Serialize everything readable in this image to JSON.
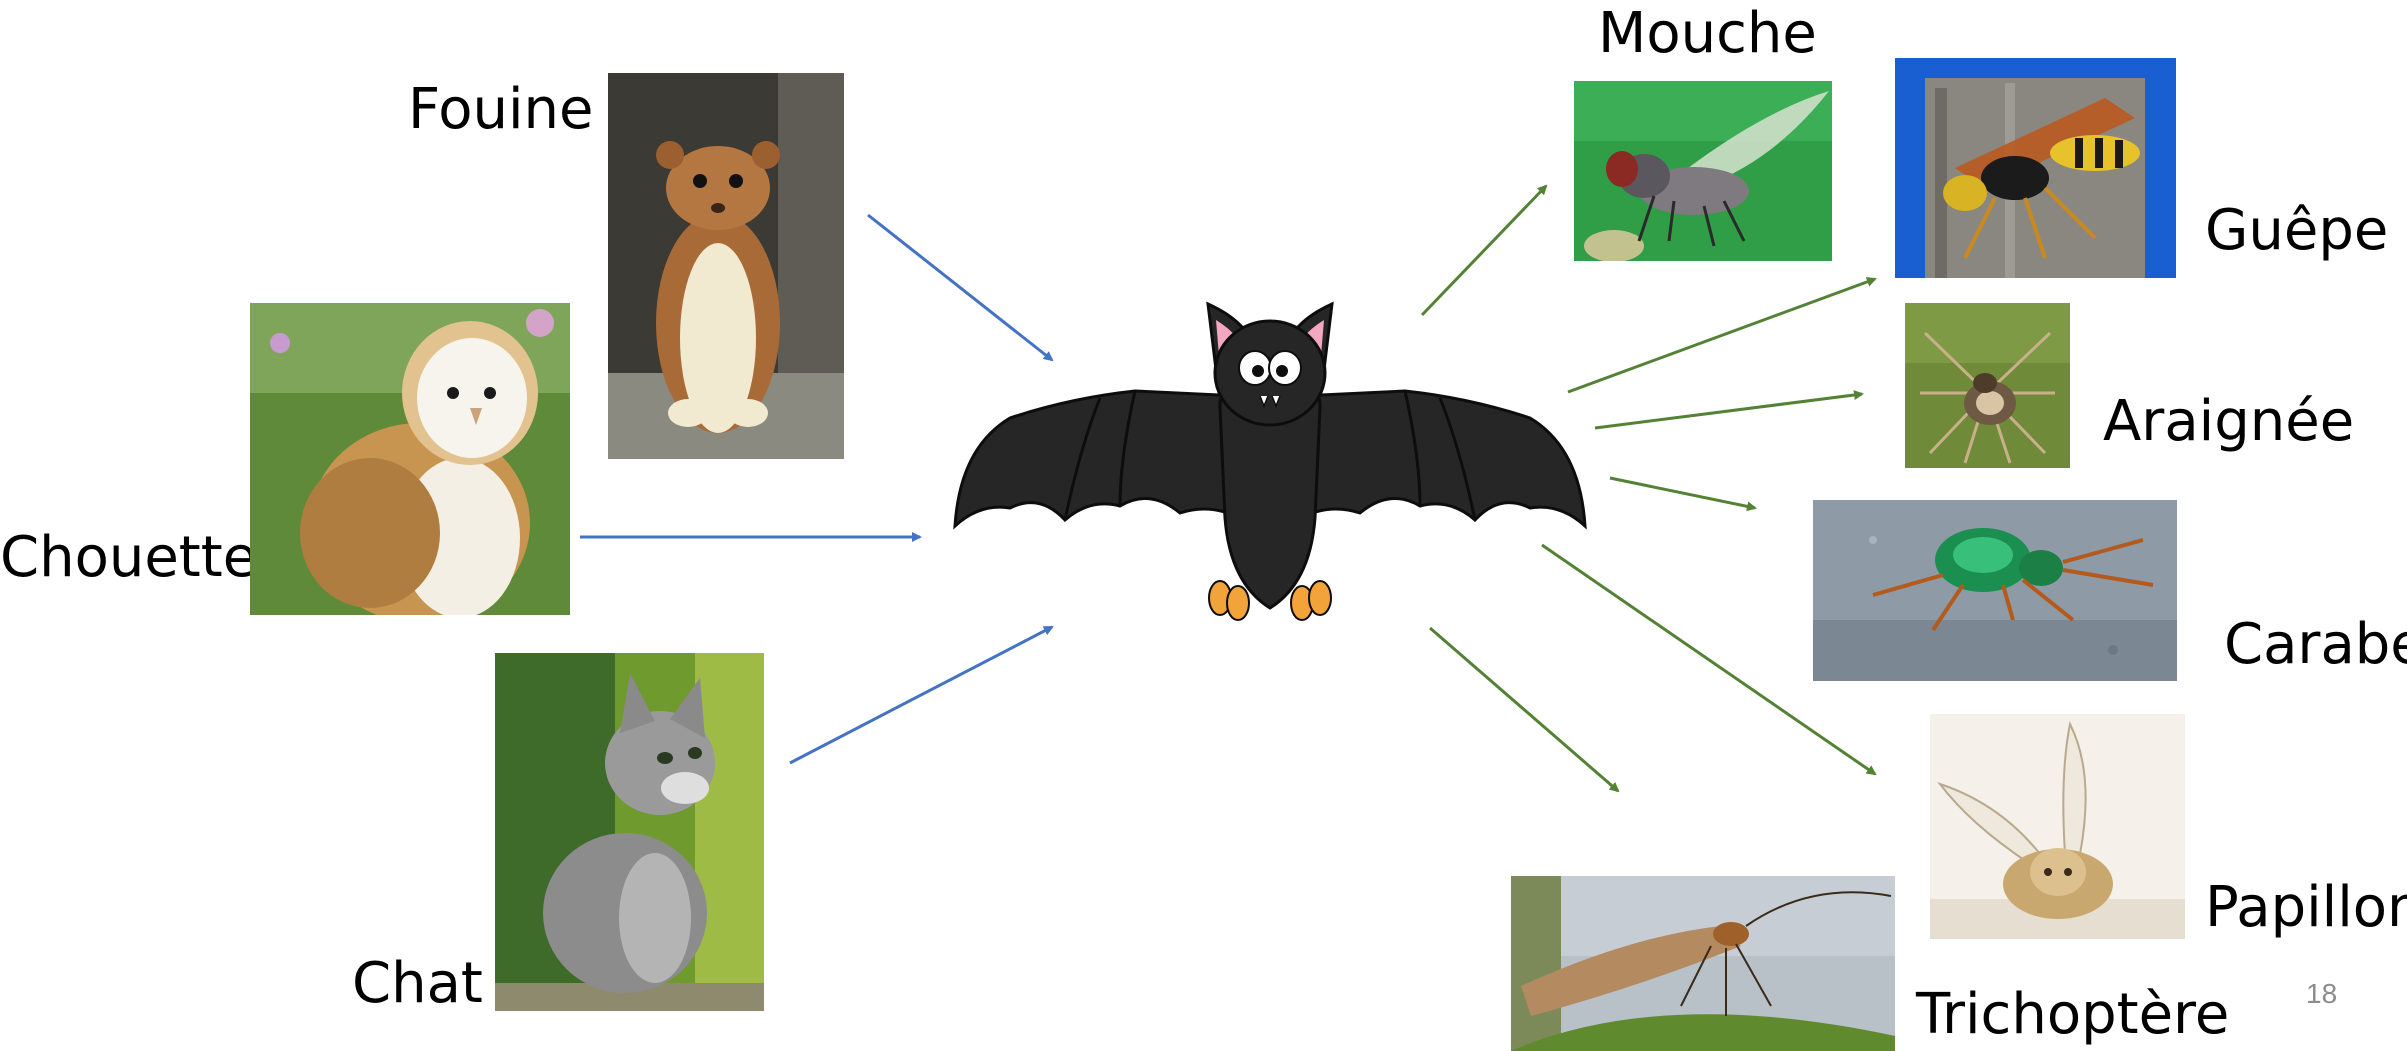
{
  "predators": {
    "fouine": "Fouine",
    "chouette": "Chouette",
    "chat": "Chat"
  },
  "prey": {
    "mouche": "Mouche",
    "guepe": "Guêpe",
    "araignee": "Araignée",
    "carabe": "Carabe",
    "papillon": "Papillon",
    "trichoptere": "Trichoptère"
  },
  "slide_number": "18",
  "colors": {
    "predator_arrow": "#4472C4",
    "prey_arrow": "#548235"
  }
}
